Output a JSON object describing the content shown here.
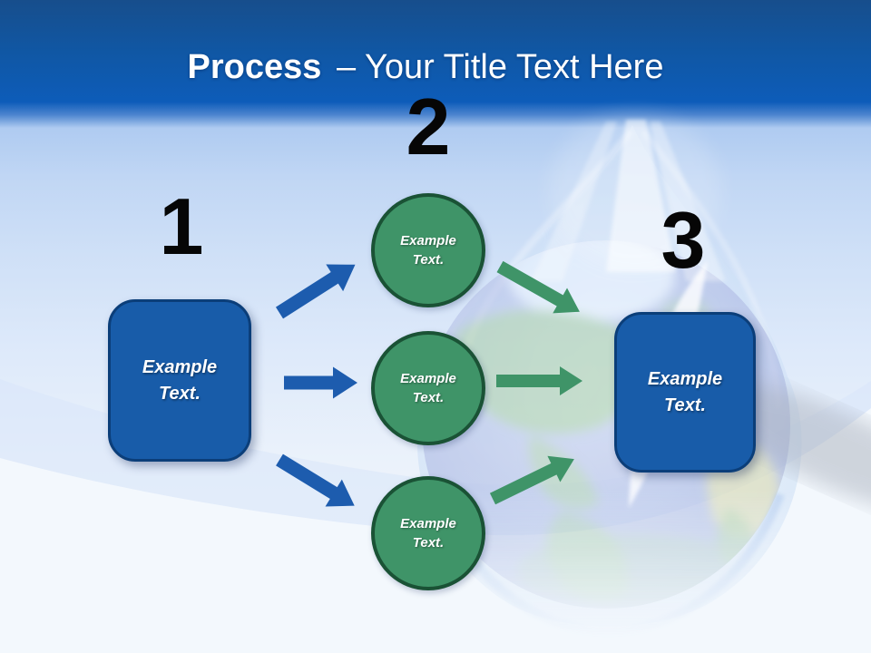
{
  "slide_title": {
    "emphasis": "Process",
    "rest": "– Your Title Text Here"
  },
  "steps": {
    "step1": {
      "number": "1",
      "box": {
        "line1": "Example",
        "line2": "Text."
      }
    },
    "step2": {
      "number": "2",
      "circles": [
        {
          "line1": "Example",
          "line2": "Text."
        },
        {
          "line1": "Example",
          "line2": "Text."
        },
        {
          "line1": "Example",
          "line2": "Text."
        }
      ]
    },
    "step3": {
      "number": "3",
      "box": {
        "line1": "Example",
        "line2": "Text."
      }
    }
  },
  "colors": {
    "header_band_blue": "#0D5CB9",
    "box_fill_blue": "#185CA9",
    "box_border_blue": "#0B3E79",
    "circle_fill_green": "#3F9468",
    "circle_border_green": "#1A5235",
    "arrow_blue": "#1D5CAE",
    "arrow_green": "#3F9468",
    "number_color": "#060606",
    "title_color": "#FFFFFF"
  }
}
